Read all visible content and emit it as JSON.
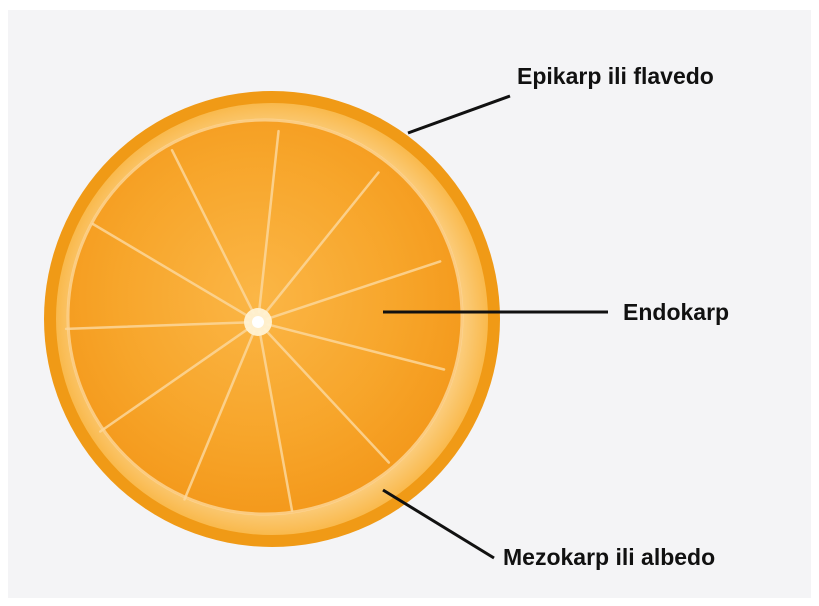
{
  "labels": {
    "epikarp": "Epikarp ili flavedo",
    "endokarp": "Endokarp",
    "mezokarp": "Mezokarp ili albedo"
  },
  "colors": {
    "background": "#f4f4f6",
    "peel": "#f09a16",
    "albedo": "#fbc66a",
    "pulp": "#f7a52a",
    "membrane": "#fcd79a",
    "core": "#fff4dc",
    "leader": "#111111"
  }
}
